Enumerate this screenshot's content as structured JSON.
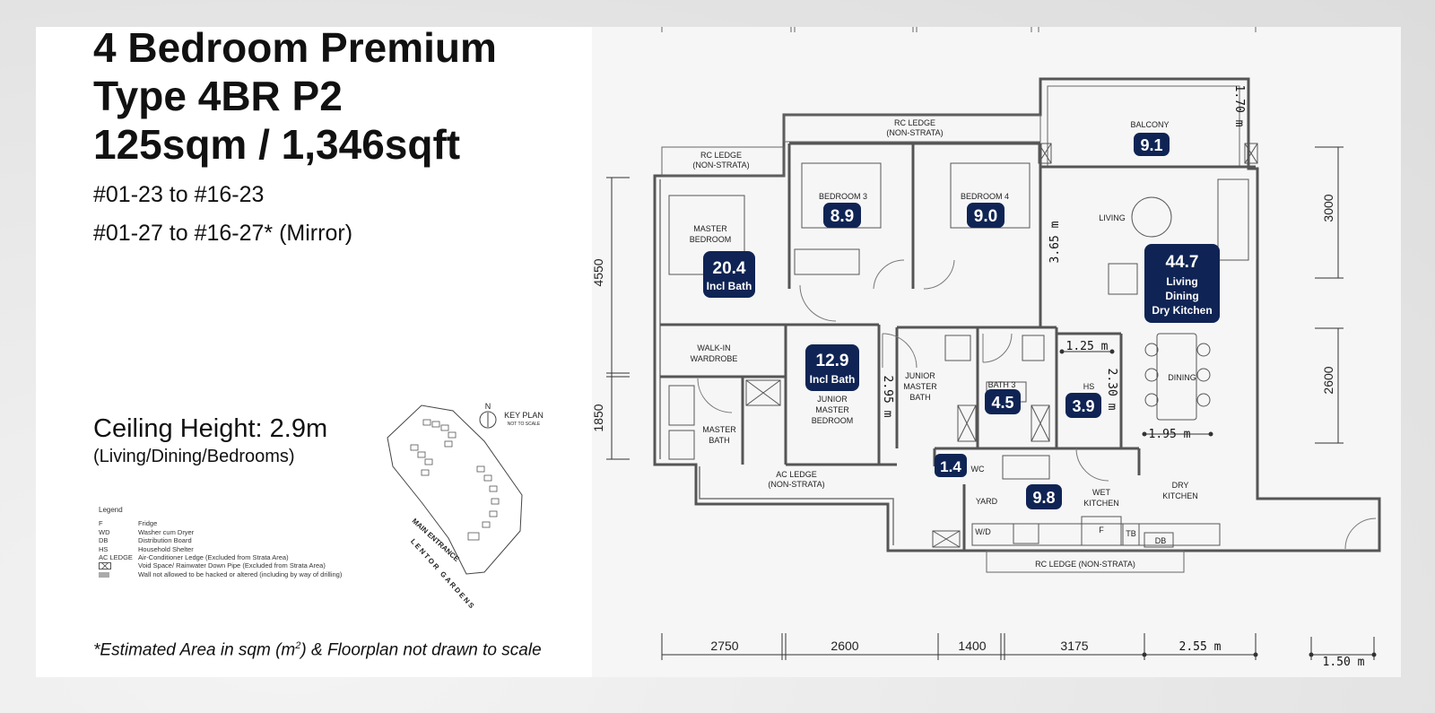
{
  "header": {
    "title_line1": "4 Bedroom Premium",
    "title_line2": "Type 4BR P2",
    "title_line3": "125sqm / 1,346sqft"
  },
  "units": {
    "line1": "#01-23 to #16-23",
    "line2": "#01-27 to #16-27* (Mirror)"
  },
  "ceiling": {
    "height": "Ceiling Height: 2.9m",
    "note": "(Living/Dining/Bedrooms)"
  },
  "legend": {
    "title": "Legend",
    "items": [
      {
        "code": "F",
        "desc": "Fridge"
      },
      {
        "code": "WD",
        "desc": "Washer cum Dryer"
      },
      {
        "code": "DB",
        "desc": "Distribution Board"
      },
      {
        "code": "HS",
        "desc": "Household Shelter"
      },
      {
        "code": "AC LEDGE",
        "desc": "Air-Conditioner Ledge (Excluded from Strata Area)"
      },
      {
        "code": "",
        "desc": "Void Space/ Rainwater Down Pipe (Excluded from Strata Area)",
        "swatch": "void"
      },
      {
        "code": "",
        "desc": "Wall not allowed to be hacked or altered (including by way of drilling)",
        "swatch": "grey"
      }
    ]
  },
  "key_plan": {
    "north": "N",
    "title": "KEY PLAN",
    "subtitle": "NOT TO SCALE",
    "entrance": "MAIN ENTRANCE",
    "road": "LENTOR GARDENS"
  },
  "footnote": {
    "pre": "*Estimated Area in sqm (m",
    "sup": "2",
    "post": ") & Floorplan not drawn to scale"
  },
  "rooms": {
    "rc_ledge_left": [
      "RC LEDGE",
      "(NON-STRATA)"
    ],
    "rc_ledge_top": [
      "RC LEDGE",
      "(NON-STRATA)"
    ],
    "balcony": "BALCONY",
    "master_bedroom": [
      "MASTER",
      "BEDROOM"
    ],
    "bedroom3": "BEDROOM 3",
    "bedroom4": "BEDROOM 4",
    "living": "LIVING",
    "walk_in": [
      "WALK-IN",
      "WARDROBE"
    ],
    "master_bath": [
      "MASTER",
      "BATH"
    ],
    "junior_master_bedroom": [
      "JUNIOR",
      "MASTER",
      "BEDROOM"
    ],
    "junior_master_bath": [
      "JUNIOR",
      "MASTER",
      "BATH"
    ],
    "bath3": "BATH 3",
    "hs": "HS",
    "dining": "DINING",
    "dry_kitchen": [
      "DRY",
      "KITCHEN"
    ],
    "wet_kitchen": [
      "WET",
      "KITCHEN"
    ],
    "yard": "YARD",
    "wc": "WC",
    "ac_ledge": [
      "AC LEDGE",
      "(NON-STRATA)"
    ],
    "rc_ledge_bottom": "RC LEDGE (NON-STRATA)",
    "wd": "W/D",
    "f": "F",
    "tb": "TB",
    "db": "DB"
  },
  "areas": {
    "master": [
      "20.4",
      "Incl Bath"
    ],
    "bedroom3": "8.9",
    "bedroom4": "9.0",
    "balcony": "9.1",
    "living": [
      "44.7",
      "Living",
      "Dining",
      "Dry Kitchen"
    ],
    "junior": [
      "12.9",
      "Incl Bath"
    ],
    "bath3": "4.5",
    "hs": "3.9",
    "wc": "1.4",
    "yard": "9.8"
  },
  "dimensions": {
    "bottom": [
      "2750",
      "2600",
      "1400",
      "3175",
      "2.55 m",
      "1.50 m"
    ],
    "left": [
      "4550",
      "1850"
    ],
    "right": [
      "3000",
      "2600"
    ],
    "inline": {
      "balcony": "1.70 m",
      "living": "3.65 m",
      "junior": "2.95 m",
      "hs_w": "1.25 m",
      "hs_h": "2.30 m",
      "dining": "1.95 m"
    }
  },
  "colors": {
    "badge": "#0f2454"
  }
}
